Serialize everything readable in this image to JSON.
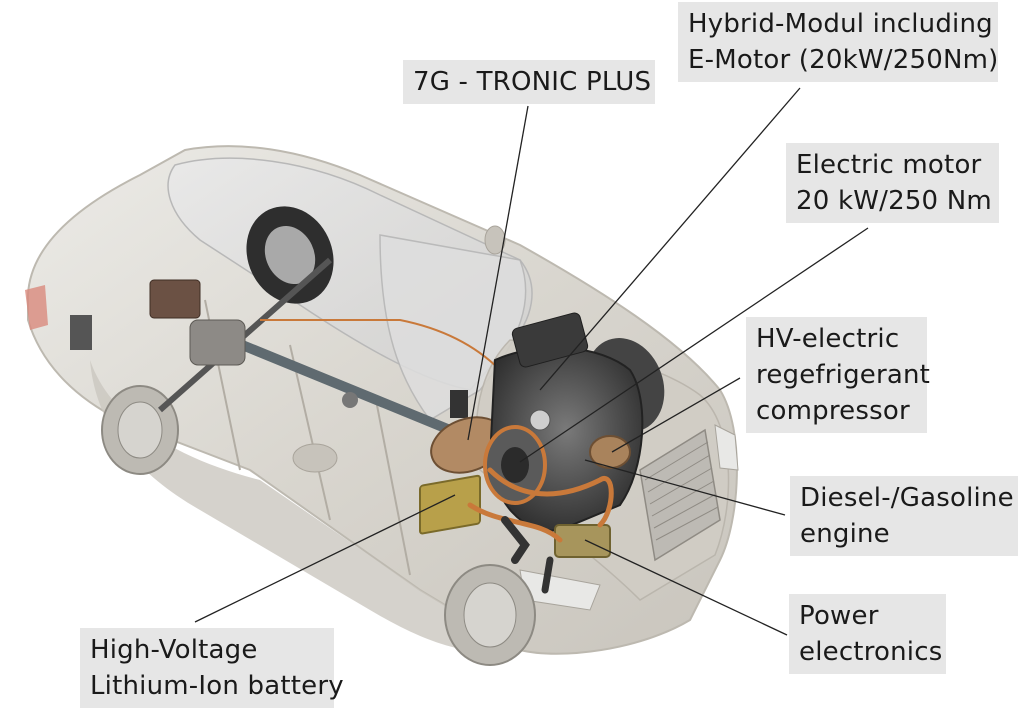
{
  "labels": {
    "hybrid_module": {
      "line1": "Hybrid-Modul including",
      "line2": "E-Motor (20kW/250Nm)"
    },
    "transmission": {
      "line1": "7G - TRONIC PLUS"
    },
    "electric_motor": {
      "line1": "Electric motor",
      "line2": "20 kW/250 Nm"
    },
    "compressor": {
      "line1": "HV-electric",
      "line2": "regefrigerant",
      "line3": "compressor"
    },
    "engine": {
      "line1": "Diesel-/Gasoline",
      "line2": "engine"
    },
    "power_electronics": {
      "line1": "Power",
      "line2": "electronics"
    },
    "battery": {
      "line1": "High-Voltage",
      "line2": "Lithium-Ion battery"
    }
  },
  "colors": {
    "label_bg": "#e6e6e6",
    "car_body": "#d4d1c9",
    "copper": "#c9793a",
    "engine_dark": "#3b3b3b"
  }
}
